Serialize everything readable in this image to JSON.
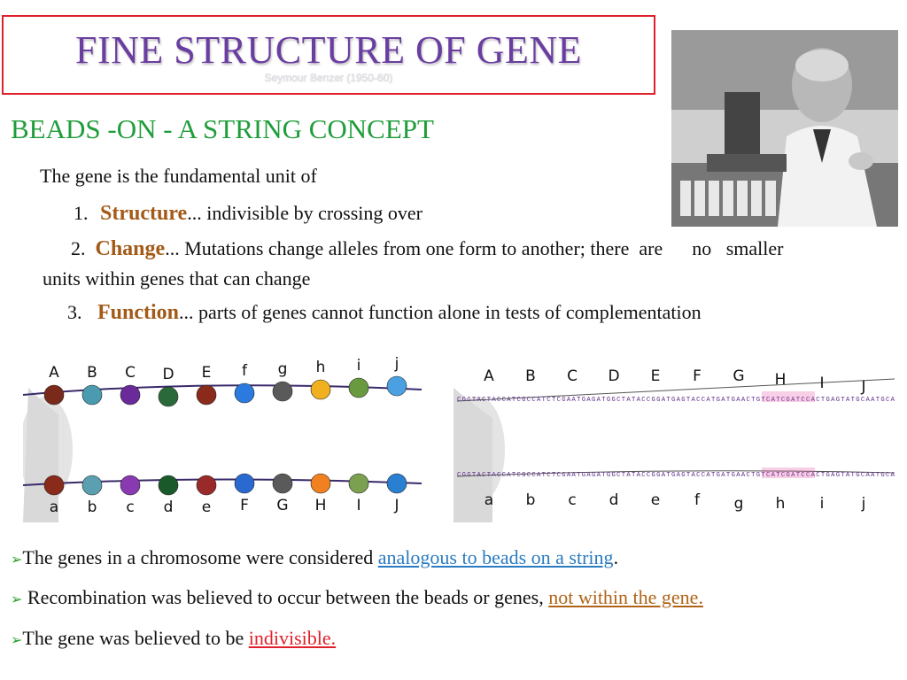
{
  "title": "FINE STRUCTURE OF GENE",
  "subtitle": "Seymour Benzer (1950-60)",
  "heading": "BEADS -ON - A STRING CONCEPT",
  "intro": "The gene is the fundamental unit of",
  "points": [
    {
      "num": "1.",
      "keyword": "Structure",
      "text": "... indivisible by crossing over"
    },
    {
      "num": "2.",
      "keyword": "Change",
      "text": "... Mutations change alleles from one form to another; there  are      no   smaller"
    },
    {
      "num": "3.",
      "keyword": "Function",
      "text": "... parts of genes cannot function alone in tests of complementation"
    }
  ],
  "point2_wrap": "units within genes that can change",
  "figure_left": {
    "top_labels": [
      "A",
      "B",
      "C",
      "D",
      "E",
      "f",
      "g",
      "h",
      "i",
      "j"
    ],
    "bottom_labels": [
      "a",
      "b",
      "c",
      "d",
      "e",
      "F",
      "G",
      "H",
      "I",
      "J"
    ],
    "top_colors": [
      "#7a2a1a",
      "#4a9ab0",
      "#6a2a9a",
      "#2a6a3a",
      "#8a2a1a",
      "#2a7ae0",
      "#5a5a5a",
      "#f0b020",
      "#6a9a40",
      "#4aa0e0"
    ],
    "bottom_colors": [
      "#8a2a1a",
      "#5aa0b0",
      "#8a3ab0",
      "#1a5a2a",
      "#9a2a2a",
      "#2a6ad0",
      "#5a5a5a",
      "#f08020",
      "#7aa050",
      "#2a80d0"
    ]
  },
  "figure_right": {
    "top_labels": [
      "A",
      "B",
      "C",
      "D",
      "E",
      "F",
      "G",
      "H",
      "I",
      "J"
    ],
    "bottom_labels": [
      "a",
      "b",
      "c",
      "d",
      "e",
      "f",
      "g",
      "h",
      "i",
      "j"
    ],
    "sequence": "CGGTACTACCATCGCCATCTCGAATGAGATGGCTATACCGGATGAGTACCATGATGAACTGTCATCGATCCACTGAGTATGCAATGCA"
  },
  "bullets": [
    {
      "pre": "The genes in a chromosome were considered ",
      "link": "analogous to beads on a string",
      "post": "."
    },
    {
      "pre": " Recombination was believed to occur between the beads or genes, ",
      "link": "not within the gene.",
      "post": ""
    },
    {
      "pre": "The gene was believed to be ",
      "link": "indivisible.",
      "post": ""
    }
  ],
  "bullet_arrow": "➢",
  "colors": {
    "title": "#6a3ea1",
    "heading": "#1f9d3a",
    "keyword": "#a35a18",
    "border": "#e0202a",
    "link_blue": "#2a7bc0",
    "link_brown": "#b06418",
    "link_red": "#e0202a"
  }
}
